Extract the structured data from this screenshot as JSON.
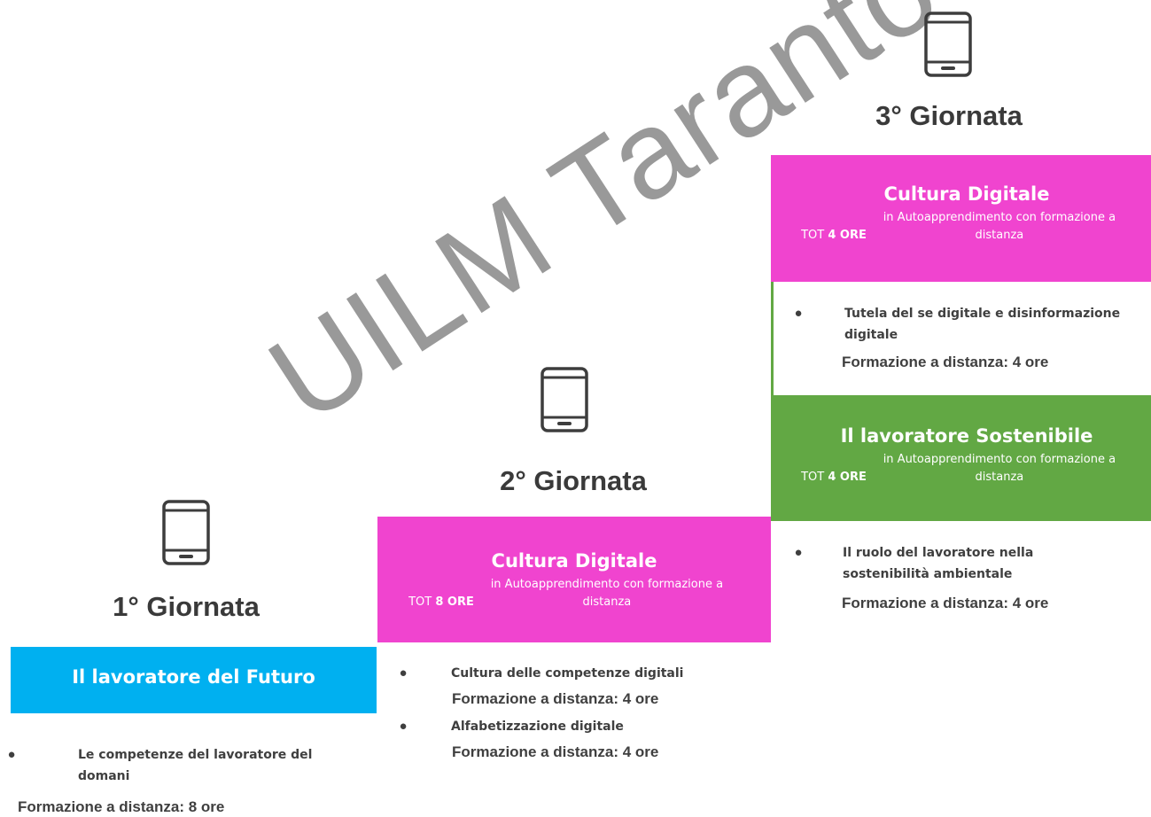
{
  "watermark": "UILM Taranto",
  "days": [
    {
      "title": "1° Giornata",
      "icon": "tablet-icon",
      "modules": [
        {
          "title": "Il lavoratore del Futuro",
          "color": "#00b0f0",
          "items": [
            {
              "text": "Le competenze del lavoratore del domani",
              "hours": "Formazione a distanza: 8 ore"
            }
          ]
        }
      ]
    },
    {
      "title": "2° Giornata",
      "icon": "tablet-icon",
      "modules": [
        {
          "title": "Cultura Digitale",
          "color": "#f044cf",
          "desc_prefix": "TOT ",
          "desc_bold": "8 ORE",
          "desc_rest": " in Autoapprendimento con formazione a distanza",
          "items": [
            {
              "text": "Cultura delle competenze digitali",
              "hours": "Formazione a distanza: 4 ore"
            },
            {
              "text": "Alfabetizzazione digitale",
              "hours": "Formazione a distanza: 4 ore"
            }
          ]
        }
      ]
    },
    {
      "title": "3° Giornata",
      "icon": "tablet-icon",
      "modules": [
        {
          "title": "Cultura Digitale",
          "color": "#f044cf",
          "desc_prefix": "TOT ",
          "desc_bold": "4 ORE",
          "desc_rest": " in Autoapprendimento con formazione a distanza",
          "items": [
            {
              "text": "Tutela del se digitale e disinformazione digitale",
              "hours": "Formazione a distanza: 4 ore"
            }
          ]
        },
        {
          "title": "Il lavoratore Sostenibile",
          "color": "#62a844",
          "desc_prefix": "TOT ",
          "desc_bold": "4 ORE",
          "desc_rest": " in Autoapprendimento con formazione a distanza",
          "items": [
            {
              "text": "Il ruolo del lavoratore nella sostenibilità ambientale",
              "hours": "Formazione a distanza: 4 ore"
            }
          ]
        }
      ]
    }
  ]
}
